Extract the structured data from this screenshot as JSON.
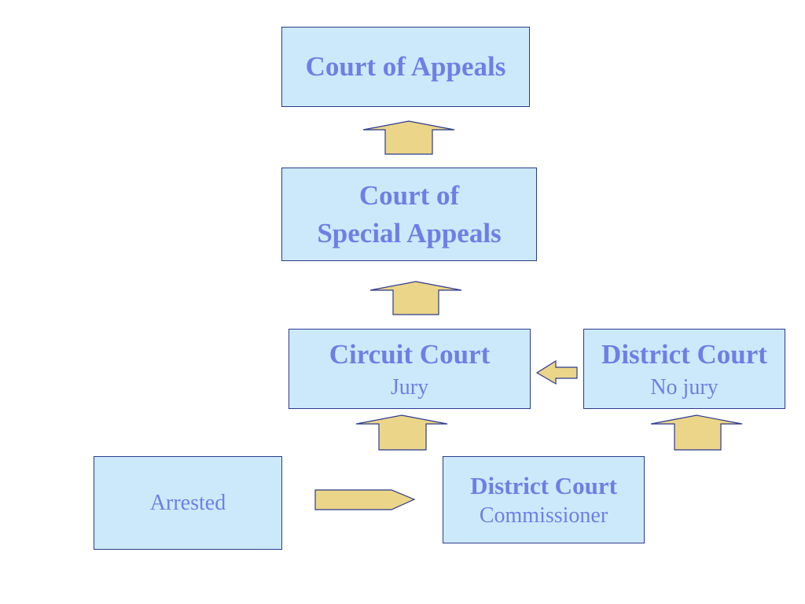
{
  "colors": {
    "box_fill": "#cce9fb",
    "box_border": "#2b3a8f",
    "text": "#6f7ee6",
    "arrow_fill": "#ebd588",
    "arrow_border": "#2b3a8f"
  },
  "nodes": {
    "court_of_appeals": {
      "title": "Court of Appeals"
    },
    "special_appeals": {
      "line1": "Court of",
      "line2": "Special Appeals"
    },
    "circuit_court": {
      "title": "Circuit Court",
      "subtitle": "Jury"
    },
    "district_court": {
      "title": "District Court",
      "subtitle": "No jury"
    },
    "commissioner": {
      "title": "District Court",
      "subtitle": "Commissioner"
    },
    "arrested": {
      "label": "Arrested"
    }
  }
}
